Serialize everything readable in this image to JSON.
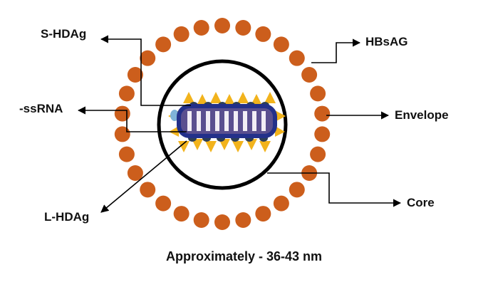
{
  "labels": {
    "s_hdag": "S-HDAg",
    "hbsag": "HBsAG",
    "ssrna": "-ssRNA",
    "envelope": "Envelope",
    "core": "Core",
    "l_hdag": "L-HDAg"
  },
  "caption": "Approximately - 36-43 nm",
  "envelope_bead_count": 30,
  "colors": {
    "envelope_beads": "#cc5e1c",
    "core_outline": "#000000",
    "capsid_outline": "#23308a",
    "capsid_fill": "#5a4f8f",
    "rna_segments": "#f2eef5",
    "l_hdag_triangles": "#f2b31c",
    "s_hdag_beads": "#2e3f55",
    "arrows": "#000000"
  }
}
